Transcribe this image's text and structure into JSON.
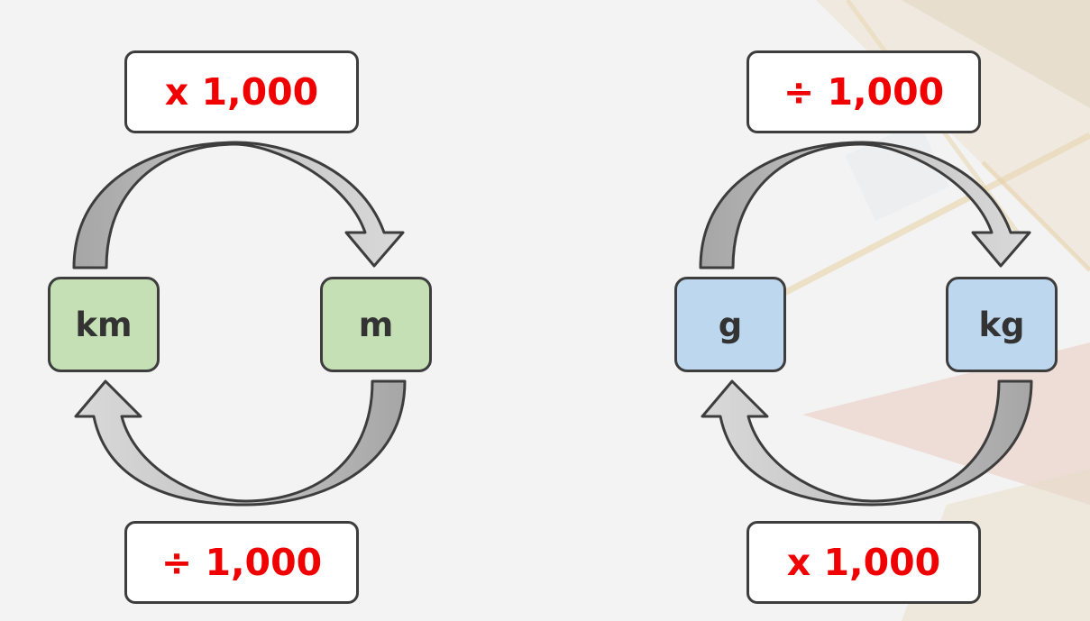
{
  "length": {
    "unit_from": "km",
    "unit_to": "m",
    "top_factor": "x 1,000",
    "bottom_factor": "÷ 1,000",
    "unit_color": "#c5e0b4"
  },
  "mass": {
    "unit_from": "g",
    "unit_to": "kg",
    "top_factor": "÷ 1,000",
    "bottom_factor": "x 1,000",
    "unit_color": "#bdd7ee"
  },
  "colors": {
    "factor_text": "#f00000",
    "outline": "#3d3d3d",
    "arrow_light": "#d9d9d9",
    "arrow_dark": "#a6a6a6"
  }
}
